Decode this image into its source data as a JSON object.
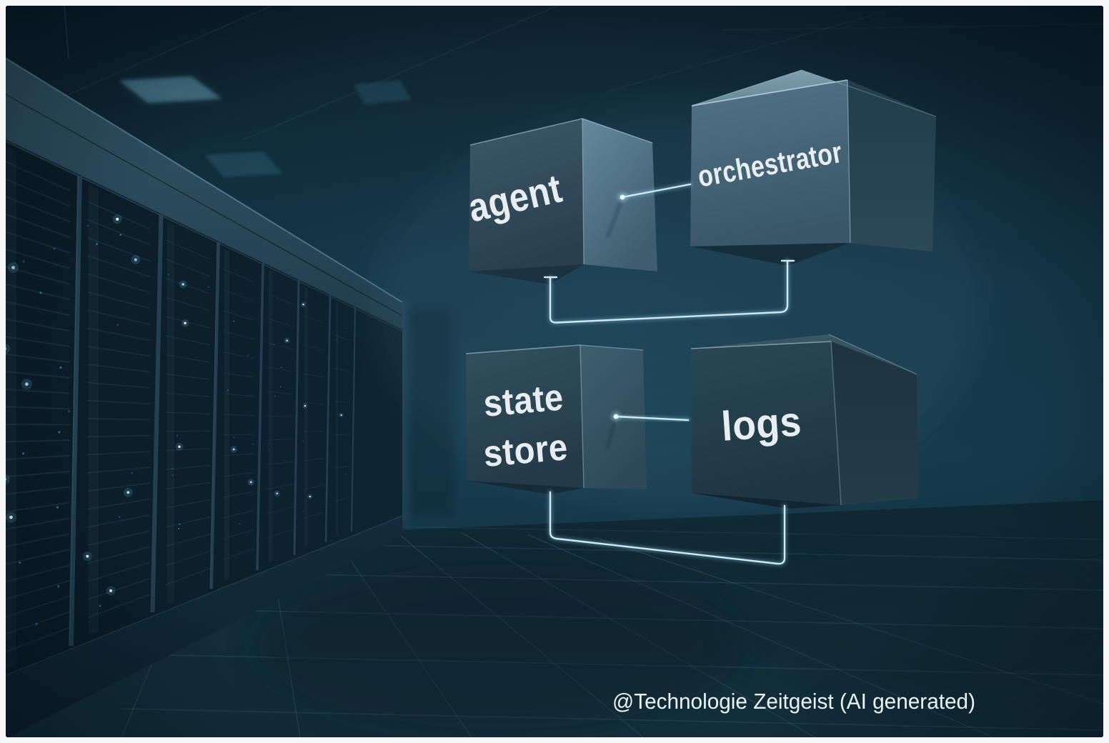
{
  "diagram": {
    "nodes": [
      {
        "id": "agent",
        "label": "agent"
      },
      {
        "id": "orchestrator",
        "label": "orchestrator"
      },
      {
        "id": "state-store",
        "label_line1": "state",
        "label_line2": "store"
      },
      {
        "id": "logs",
        "label": "logs"
      }
    ],
    "connections": [
      {
        "from": "agent",
        "to": "orchestrator",
        "type": "direct-line"
      },
      {
        "from": "agent",
        "to": "orchestrator",
        "type": "elbow-under"
      },
      {
        "from": "state-store",
        "to": "logs",
        "type": "direct-line"
      },
      {
        "from": "state-store",
        "to": "logs",
        "type": "elbow-under"
      }
    ]
  },
  "watermark": {
    "text": "@Technologie Zeitgeist (AI generated)"
  },
  "colors": {
    "frame": "#f4f6f8",
    "background": "#0e2634",
    "connector_line": "#cfeaf5",
    "label_text": "#e7edf0",
    "led_palette": [
      "#e6f6ff",
      "#9bd4f2",
      "#5aa0c8",
      "#2f6a8e"
    ]
  }
}
